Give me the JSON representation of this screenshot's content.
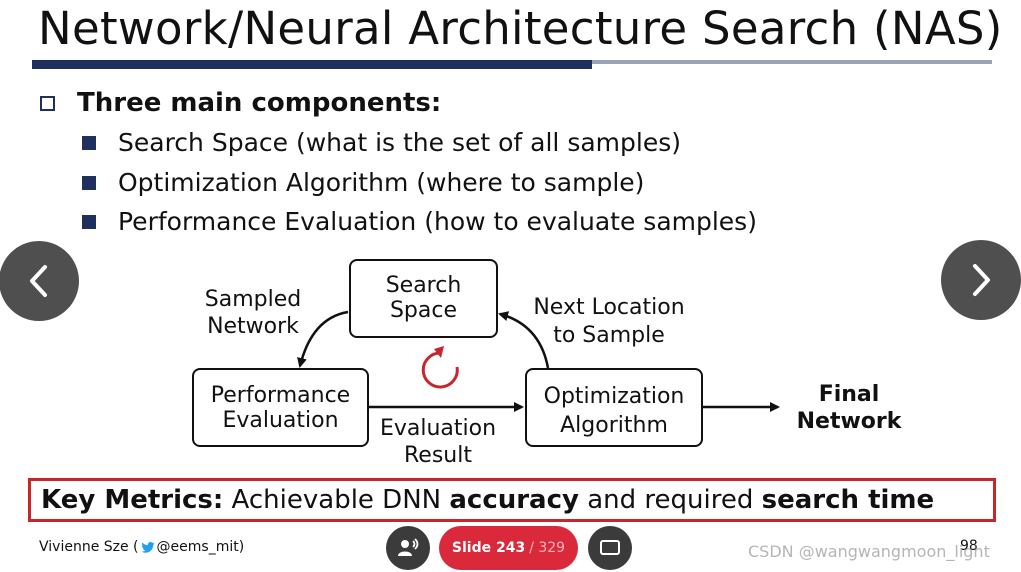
{
  "slide": {
    "title": "Network/Neural Architecture Search (NAS)",
    "heading": "Three main components:",
    "bullets": [
      "Search Space (what is the set of all samples)",
      "Optimization Algorithm (where to sample)",
      "Performance Evaluation (how to evaluate samples)"
    ],
    "diagram": {
      "search_space": [
        "Search",
        "Space"
      ],
      "performance_eval": [
        "Performance",
        "Evaluation"
      ],
      "optimization_alg": [
        "Optimization",
        "Algorithm"
      ],
      "sampled_network": [
        "Sampled",
        "Network"
      ],
      "next_location": [
        "Next Location",
        "to Sample"
      ],
      "evaluation_result": [
        "Evaluation",
        "Result"
      ],
      "final_network": [
        "Final",
        "Network"
      ]
    },
    "key_metrics": {
      "label": "Key Metrics:",
      "part1": " Achievable DNN ",
      "bold1": "accuracy",
      "part2": " and required ",
      "bold2": "search time"
    },
    "footer_author_prefix": "Vivienne Sze (",
    "footer_handle": "@eems_mit)",
    "page_number": "98"
  },
  "player": {
    "slide_label": "Slide 243",
    "slide_total": "/ 329",
    "prev_icon": "chevron-left-icon",
    "next_icon": "chevron-right-icon",
    "accent": "#d9293a"
  },
  "watermark": "CSDN @wangwangmoon_light"
}
